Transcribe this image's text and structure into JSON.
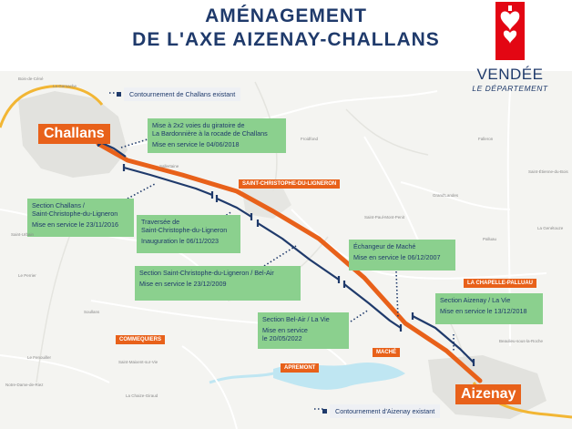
{
  "header": {
    "title_line1": "AMÉNAGEMENT",
    "title_line2": "DE L'AXE AIZENAY-CHALLANS"
  },
  "logo": {
    "name": "VENDÉE",
    "subtitle": "LE DÉPARTEMENT",
    "mark_icon": "vendee-hearts-logo-icon",
    "color": "#e30613"
  },
  "colors": {
    "route_orange": "#e8611a",
    "section_navy": "#1f3a6b",
    "label_green": "#8bd08e",
    "ring_road_yellow": "#f2b634",
    "water": "#bfe6f2"
  },
  "cities": {
    "challans": "Challans",
    "aizenay": "Aizenay"
  },
  "towns": {
    "saint_christophe": "SAINT-CHRISTOPHE-DU-LIGNERON",
    "la_chapelle": "LA CHAPELLE-PALLUAU",
    "commequiers": "COMMEQUIERS",
    "apremont": "APREMONT",
    "mache": "MACHÉ"
  },
  "existing_bypasses": {
    "challans": "Contournement de Challans existant",
    "aizenay": "Contournement d'Aizenay existant"
  },
  "sections": [
    {
      "title": "Mise à 2x2 voies du giratoire de\nLa Bardonnière à la rocade de Challans",
      "service": "Mise en service le 04/06/2018"
    },
    {
      "title": "Section Challans /\nSaint-Christophe-du-Ligneron",
      "service": "Mise en service le 23/11/2016"
    },
    {
      "title": "Traversée de\nSaint-Christophe-du-Ligneron",
      "service": "Inauguration le 06/11/2023"
    },
    {
      "title": "Section Saint-Christophe-du-Ligneron / Bel-Air",
      "service": "Mise en service le 23/12/2009"
    },
    {
      "title": "Échangeur de Maché",
      "service": "Mise en service le 06/12/2007"
    },
    {
      "title": "Section Bel-Air / La Vie",
      "service": "Mise en service\nle 20/05/2022"
    },
    {
      "title": "Section Aizenay / La Vie",
      "service": "Mise en service le 13/12/2018"
    }
  ],
  "map_places": [
    "Bois-de-Céné",
    "La Garnache",
    "Sallertaine",
    "Le Perrier",
    "Soullans",
    "Saint-Urbain",
    "Froidfond",
    "Palluau",
    "Le Fenouiller",
    "Notre-Dame-de-Riez",
    "Saint-Maixent-sur-Vie",
    "La Chaize-Giraud",
    "Grand'Landes",
    "Falleron",
    "Saint-Paul-Mont-Penit",
    "La Genétouze",
    "Saint-Étienne-du-Bois",
    "Beaulieu-sous-la-Roche"
  ]
}
